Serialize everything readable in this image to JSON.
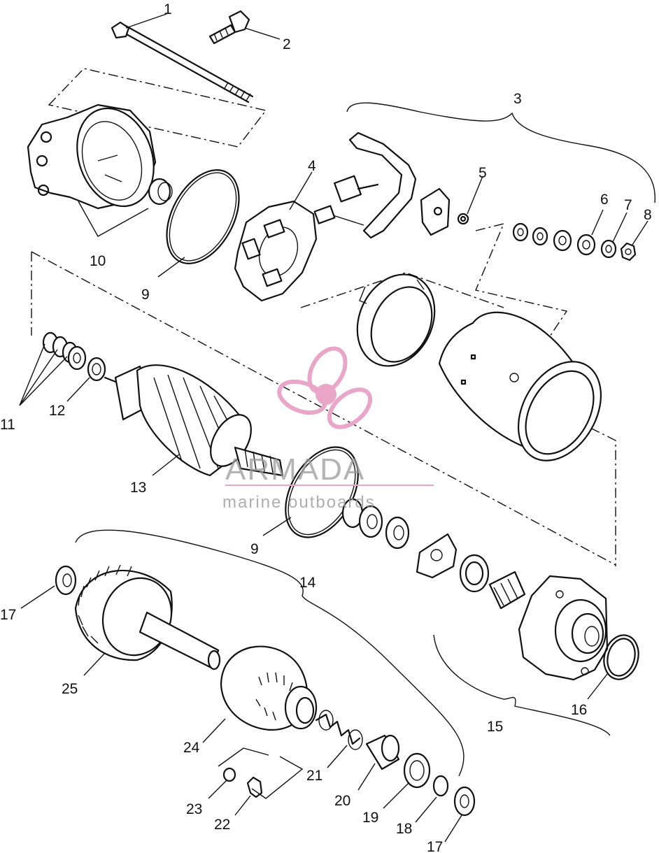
{
  "diagram": {
    "callouts": [
      "1",
      "2",
      "3",
      "4",
      "5",
      "6",
      "7",
      "8",
      "9",
      "10",
      "11",
      "12",
      "13",
      "9",
      "14",
      "15",
      "16",
      "17",
      "25",
      "24",
      "21",
      "20",
      "19",
      "18",
      "17",
      "23",
      "22"
    ]
  },
  "watermark": {
    "brand": "ARMADA",
    "tagline": "marine outboards",
    "accent_color": "#e9a6c8",
    "text_color": "#9a9a9a"
  }
}
